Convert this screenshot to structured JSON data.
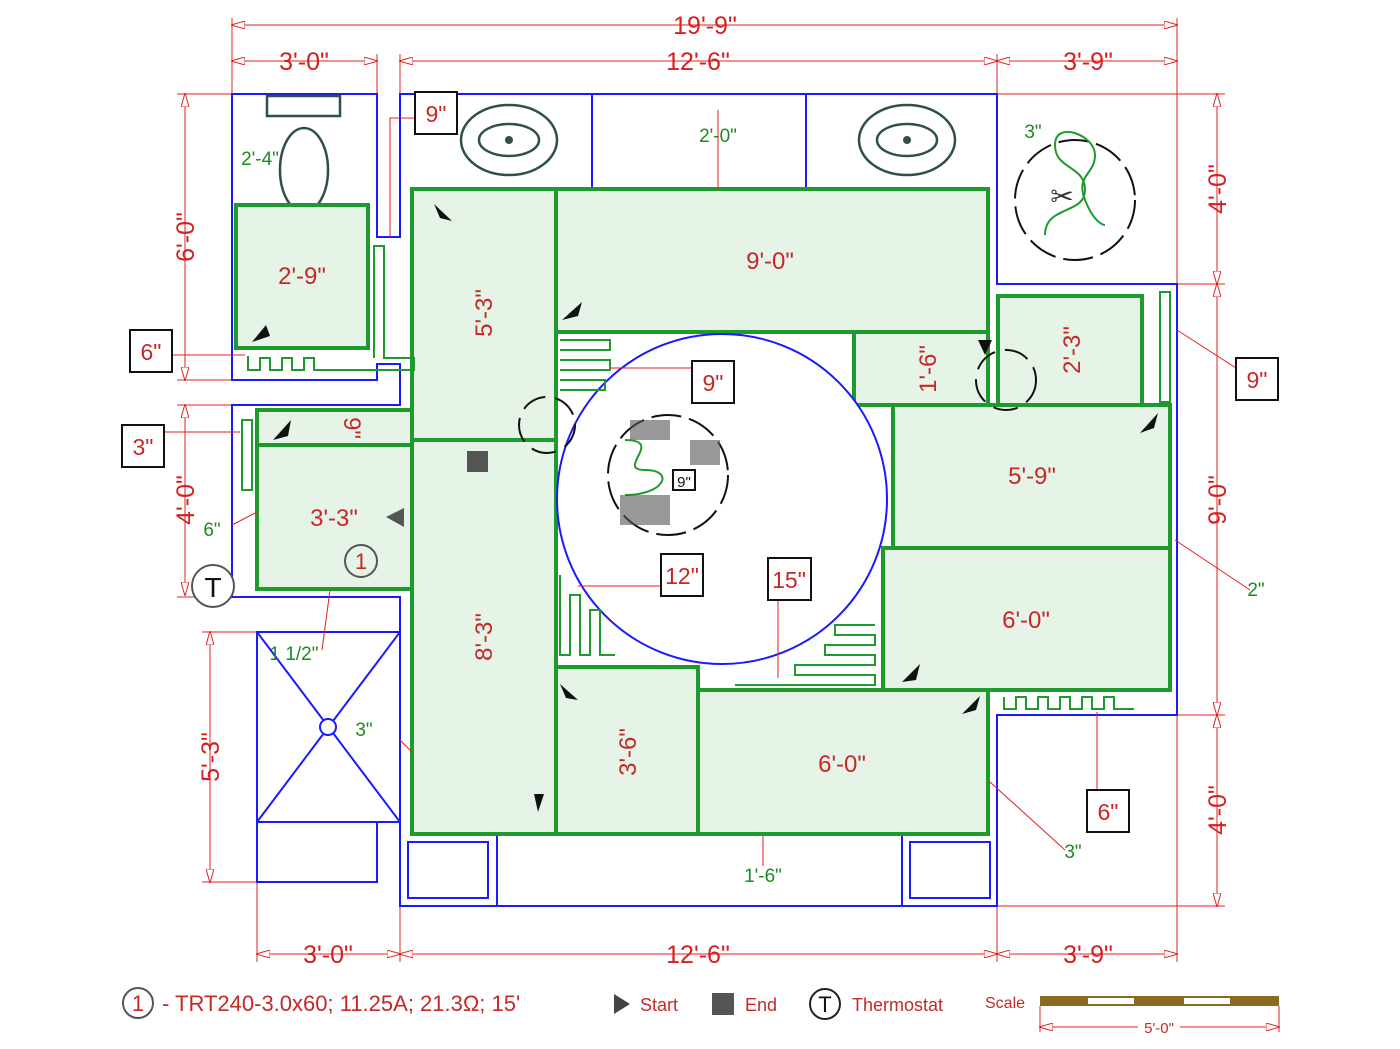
{
  "dimensions": {
    "overall_top": "19'-9\"",
    "top": [
      "3'-0\"",
      "12'-6\"",
      "3'-9\""
    ],
    "bottom": [
      "3'-0\"",
      "12'-6\"",
      "3'-9\""
    ],
    "left": [
      "6'-0\"",
      "4'-0\"",
      "5'-3\""
    ],
    "right": [
      "4'-0\"",
      "9'-0\"",
      "4'-0\""
    ]
  },
  "areas": [
    "2'-9\"",
    "5'-3\"",
    "9'-0\"",
    "8'-3\"",
    "3'-3\"",
    "9\"",
    "3'-6\"",
    "6'-0\"",
    "6'-0\"",
    "5'-9\"",
    "1'-6\"",
    "2'-3\""
  ],
  "callouts": [
    "9\"",
    "6\"",
    "3\"",
    "9\"",
    "9\"",
    "12\"",
    "15\"",
    "6\"",
    "9\""
  ],
  "small_dims": [
    "2'-4\"",
    "2'-0\"",
    "3\"",
    "6\"",
    "1 1/2\"",
    "3\"",
    "2\"",
    "3\"",
    "1'-6\""
  ],
  "circuit_marker": "1",
  "thermostat_symbol": "T",
  "legend": {
    "circuit_num": "1",
    "circuit": "- TRT240-3.0x60; 11.25A; 21.3Ω; 15'",
    "start": "Start",
    "end": "End",
    "thermostat_symbol": "T",
    "thermostat": "Thermostat",
    "scale": "Scale",
    "scale_len": "5'-0\""
  },
  "colors": {
    "wall": "#1a1aff",
    "heated": "#e6f4e8",
    "cable": "#1e9a2e",
    "dimension": "#e02020"
  }
}
